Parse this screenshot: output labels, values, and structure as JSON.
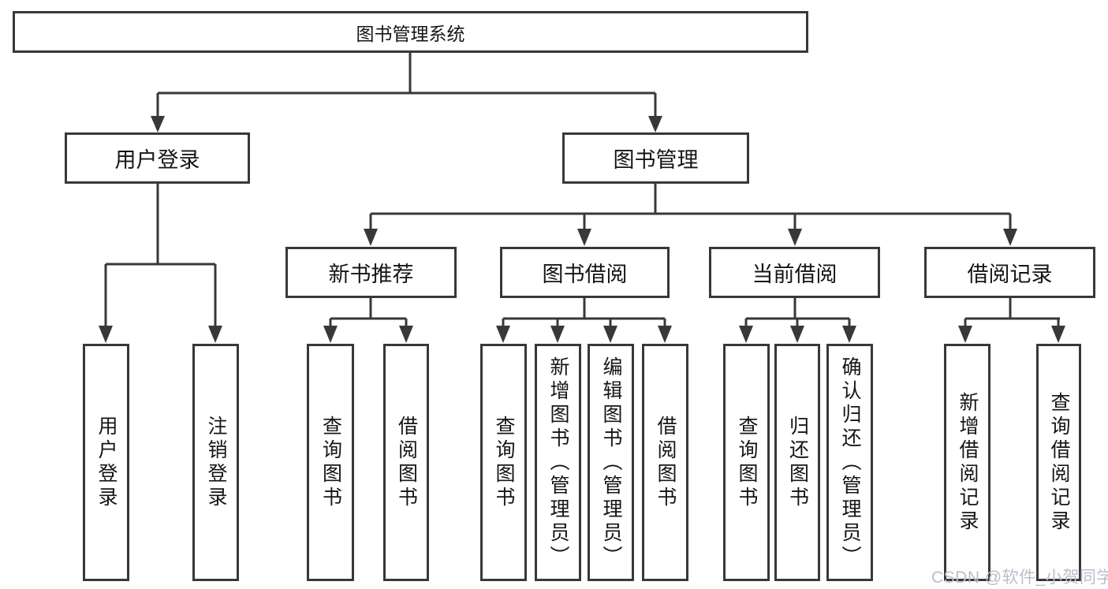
{
  "diagram_type": "hierarchy-tree",
  "tree": {
    "label": "图书管理系统",
    "children": [
      {
        "label": "用户登录",
        "children": [
          {
            "label": "用户登录"
          },
          {
            "label": "注销登录"
          }
        ]
      },
      {
        "label": "图书管理",
        "children": [
          {
            "label": "新书推荐",
            "children": [
              {
                "label": "查询图书"
              },
              {
                "label": "借阅图书"
              }
            ]
          },
          {
            "label": "图书借阅",
            "children": [
              {
                "label": "查询图书"
              },
              {
                "label": "新增图书（管理员）"
              },
              {
                "label": "编辑图书（管理员）"
              },
              {
                "label": "借阅图书"
              }
            ]
          },
          {
            "label": "当前借阅",
            "children": [
              {
                "label": "查询图书"
              },
              {
                "label": "归还图书"
              },
              {
                "label": "确认归还（管理员）"
              }
            ]
          },
          {
            "label": "借阅记录",
            "children": [
              {
                "label": "新增借阅记录"
              },
              {
                "label": "查询借阅记录"
              }
            ]
          }
        ]
      }
    ]
  },
  "watermark": {
    "text": "CSDN @软件_小贺同学"
  },
  "colors": {
    "background": "#ffffff",
    "box_border": "#383838",
    "connector_line": "#383838",
    "text": "#151515",
    "watermark": "#b9bec8"
  }
}
